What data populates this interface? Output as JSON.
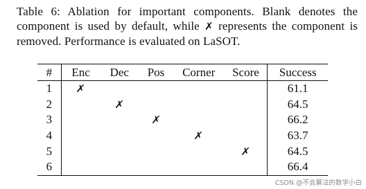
{
  "caption": {
    "label": "Table 6:",
    "text_part1": " Ablation for important components. Blank denotes the component is used by default, while ",
    "mark": "✗",
    "text_part2": " represents the component is removed. Performance is evaluated on LaSOT."
  },
  "table": {
    "headers": [
      "#",
      "Enc",
      "Dec",
      "Pos",
      "Corner",
      "Score",
      "Success"
    ],
    "removed_mark": "✗",
    "rows": [
      {
        "idx": "1",
        "enc": "✗",
        "dec": "",
        "pos": "",
        "corner": "",
        "score": "",
        "success": "61.1"
      },
      {
        "idx": "2",
        "enc": "",
        "dec": "✗",
        "pos": "",
        "corner": "",
        "score": "",
        "success": "64.5"
      },
      {
        "idx": "3",
        "enc": "",
        "dec": "",
        "pos": "✗",
        "corner": "",
        "score": "",
        "success": "66.2"
      },
      {
        "idx": "4",
        "enc": "",
        "dec": "",
        "pos": "",
        "corner": "✗",
        "score": "",
        "success": "63.7"
      },
      {
        "idx": "5",
        "enc": "",
        "dec": "",
        "pos": "",
        "corner": "",
        "score": "✗",
        "success": "64.5"
      },
      {
        "idx": "6",
        "enc": "",
        "dec": "",
        "pos": "",
        "corner": "",
        "score": "",
        "success": "66.4"
      }
    ]
  },
  "watermark": "CSDN @不会算法的数学小白"
}
